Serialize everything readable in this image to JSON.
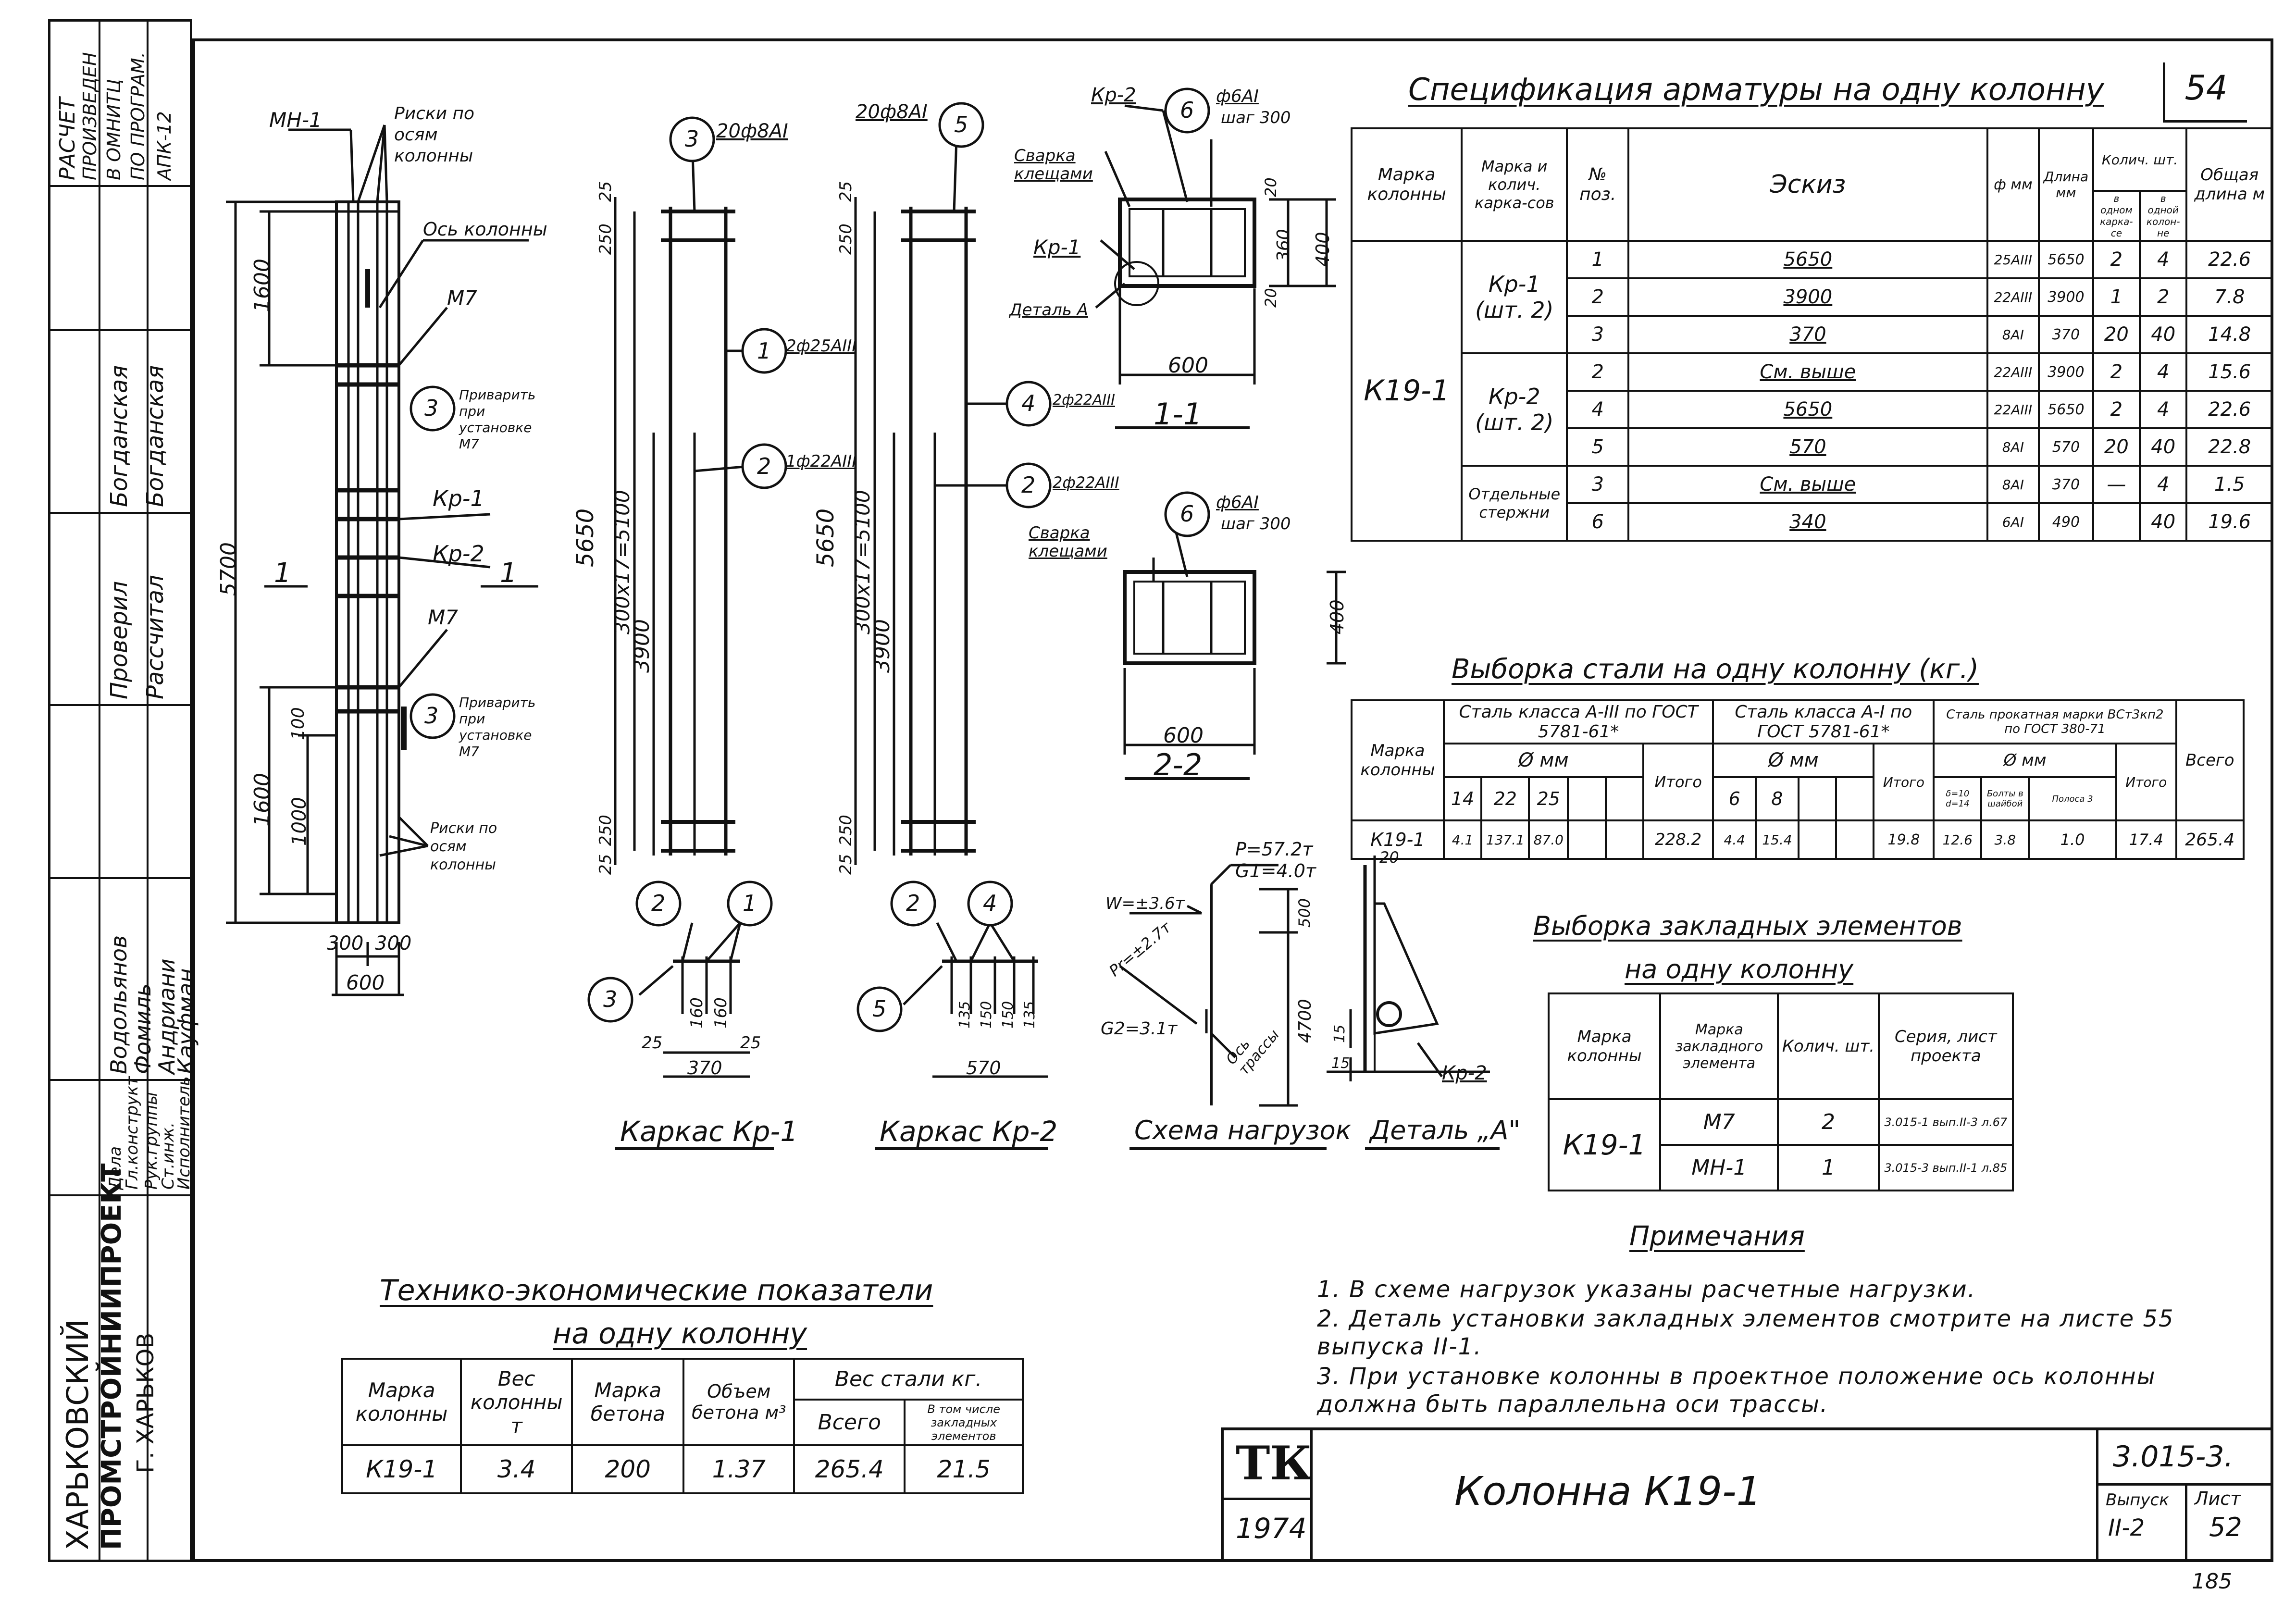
{
  "sheet_number": "54",
  "stamp": {
    "calc_note": [
      "РАСЧЕТ",
      "ПРОИЗВЕДЕН",
      "В ОМНИТЦ",
      "ПО ПРОГРАМ.",
      "АПК-12"
    ],
    "roles": [
      {
        "role": "Гл.конструкт",
        "name": "Водольянов"
      },
      {
        "role": "Рук.группы",
        "name": "Фомиль"
      },
      {
        "role": "Ст.инж.",
        "name": "Андриани"
      },
      {
        "role": "Исполнитель",
        "name": "Кауфман"
      },
      {
        "role": "Проверил",
        "name": "Богданская"
      },
      {
        "role": "Рассчитал",
        "name": "Богданская"
      }
    ],
    "col_label_1": "Проверил",
    "col_label_2": "Рассчитал",
    "org_1": "ХАРЬКОВСКИЙ",
    "org_2": "ПРОМСТРОЙНИИПРОЕКТ",
    "org_3": "Г. ХАРЬКОВ",
    "dela": "Дела"
  },
  "drawings": {
    "column": {
      "mn1": "МН-1",
      "risks_top": "Риски по осям колонны",
      "axis": "Ось колонны",
      "m7_top": "М7",
      "pos3": "3",
      "weld_note": "Приварить при установке М7",
      "kr1": "Кр-1",
      "kr2": "Кр-2",
      "m7_bottom": "М7",
      "risks_bottom": "Риски по осям колонны",
      "section_mark": "1",
      "dims": {
        "d1600a": "1600",
        "d5700": "5700",
        "d1600b": "1600",
        "d1000": "1000",
        "d100": "100",
        "d300a": "300",
        "d300b": "300",
        "d600": "600"
      }
    },
    "kr1_frame": {
      "caption": "Каркас Кр-1",
      "pos3": "3",
      "bar3": "20ф8АI",
      "pos1": "1",
      "bar1": "2ф25АIII",
      "pos2": "2",
      "bar2": "1ф22АIII",
      "d5650": "5650",
      "d5100": "300х17=5100",
      "d3900": "3900",
      "d250a": "250",
      "d25a": "25",
      "d250b": "250",
      "d25b": "25",
      "sec_pos": [
        "2",
        "1",
        "3"
      ],
      "sec_dims": {
        "d25l": "25",
        "d160a": "160",
        "d160b": "160",
        "d25r": "25",
        "d370": "370"
      }
    },
    "kr2_frame": {
      "caption": "Каркас Кр-2",
      "pos5": "5",
      "bar5": "20ф8АI",
      "pos4": "4",
      "bar4": "2ф22АIII",
      "pos2": "2",
      "bar2": "2ф22АIII",
      "d5650": "5650",
      "d5100": "300х17=5100",
      "d3900": "3900",
      "d250a": "250",
      "d25a": "25",
      "d250b": "250",
      "d25b": "25",
      "sec_pos": [
        "2",
        "4",
        "5"
      ],
      "sec_dims": {
        "d135a": "135",
        "d150a": "150",
        "d150b": "150",
        "d135b": "135",
        "d570": "570"
      }
    },
    "section_1_1": {
      "kr2": "Кр-2",
      "pos6": "6",
      "bar6": "ф6АI",
      "step": "шаг 300",
      "weld": "Сварка клещами",
      "kr1": "Кр-1",
      "detail": "Деталь А",
      "d20a": "20",
      "d360": "360",
      "d400": "400",
      "d20b": "20",
      "d600": "600",
      "label": "1-1"
    },
    "section_2_2": {
      "pos6": "6",
      "bar6": "ф6АI",
      "step": "шаг 300",
      "weld": "Сварка клещами",
      "d400": "400",
      "d600": "600",
      "label": "2-2"
    },
    "loads": {
      "caption": "Схема нагрузок",
      "p": "Р=57.2т",
      "g1": "G1=4.0т",
      "w": "W=±3.6т",
      "pr": "Рr=±2.7т",
      "g2": "G2=3.1т",
      "axis": "Ось трассы",
      "d500": "500",
      "d4700": "4700"
    },
    "detail_a": {
      "caption": "Деталь „А\"",
      "d20": "20",
      "d15a": "15",
      "d15b": "15",
      "kr2": "Кр-2"
    }
  },
  "spec_table": {
    "title": "Спецификация арматуры на одну колонну",
    "headers": {
      "mark": "Марка колонны",
      "frames": "Марка и колич. карка-сов",
      "pos": "№ поз.",
      "sketch": "Эскиз",
      "dia": "ф мм",
      "len": "Длина мм",
      "qty": "Колич. шт.",
      "qty_frame": "в одном карка-се",
      "qty_col": "в одной колон-не",
      "total": "Общая длина м"
    },
    "mark_value": "К19-1",
    "groups": [
      {
        "frame": "Кр-1 (шт. 2)",
        "rows": [
          {
            "pos": "1",
            "sketch": "5650",
            "dia": "25АIII",
            "len": "5650",
            "q1": "2",
            "q2": "4",
            "total": "22.6"
          },
          {
            "pos": "2",
            "sketch": "3900",
            "dia": "22АIII",
            "len": "3900",
            "q1": "1",
            "q2": "2",
            "total": "7.8"
          },
          {
            "pos": "3",
            "sketch": "370",
            "dia": "8АI",
            "len": "370",
            "q1": "20",
            "q2": "40",
            "total": "14.8"
          }
        ]
      },
      {
        "frame": "Кр-2 (шт. 2)",
        "rows": [
          {
            "pos": "2",
            "sketch": "См. выше",
            "dia": "22АIII",
            "len": "3900",
            "q1": "2",
            "q2": "4",
            "total": "15.6"
          },
          {
            "pos": "4",
            "sketch": "5650",
            "dia": "22АIII",
            "len": "5650",
            "q1": "2",
            "q2": "4",
            "total": "22.6"
          },
          {
            "pos": "5",
            "sketch": "570",
            "dia": "8АI",
            "len": "570",
            "q1": "20",
            "q2": "40",
            "total": "22.8"
          }
        ]
      },
      {
        "frame": "Отдельные стержни",
        "rows": [
          {
            "pos": "3",
            "sketch": "См. выше",
            "dia": "8АI",
            "len": "370",
            "q1": "—",
            "q2": "4",
            "total": "1.5"
          },
          {
            "pos": "6",
            "sketch": "340",
            "dia": "6АI",
            "len": "490",
            "q1": "",
            "q2": "40",
            "total": "19.6"
          }
        ]
      }
    ]
  },
  "steel_table": {
    "title": "Выборка стали на одну колонну (кг.)",
    "mark": "Марка колонны",
    "class3": "Сталь класса А-III по ГОСТ 5781-61*",
    "class1": "Сталь класса А-I по ГОСТ 5781-61*",
    "profile": "Сталь прокатная марки ВСт3кп2 по ГОСТ 380-71",
    "dmm": "Ø мм",
    "itogo": "Итого",
    "vsego": "Всего",
    "d3": [
      "14",
      "22",
      "25",
      "",
      ""
    ],
    "d1": [
      "6",
      "8",
      "",
      ""
    ],
    "dp": [
      "δ=10 d=14",
      "Болты в шайбой",
      "Полоса 3"
    ],
    "row": {
      "mark": "К19-1",
      "a3": [
        "4.1",
        "137.1",
        "87.0",
        "",
        ""
      ],
      "a3_total": "228.2",
      "a1": [
        "4.4",
        "15.4",
        "",
        ""
      ],
      "a1_total": "19.8",
      "pr": [
        "12.6",
        "3.8",
        "1.0"
      ],
      "pr_total": "17.4",
      "total": "265.4"
    }
  },
  "embedded_table": {
    "title_1": "Выборка закладных элементов",
    "title_2": "на одну колонну",
    "headers": {
      "mark": "Марка колонны",
      "el": "Марка закладного элемента",
      "qty": "Колич. шт.",
      "series": "Серия, лист проекта"
    },
    "mark_value": "К19-1",
    "rows": [
      {
        "el": "М7",
        "qty": "2",
        "series": "3.015-1 вып.II-3 л.67"
      },
      {
        "el": "МН-1",
        "qty": "1",
        "series": "3.015-3 вып.II-1 л.85"
      }
    ]
  },
  "notes": {
    "title": "Примечания",
    "items": [
      "1. В схеме нагрузок указаны расчетные нагрузки.",
      "2. Деталь установки закладных элементов смотрите на листе 55 выпуска II-1.",
      "3. При установке колонны в проектное положение ось колонны должна быть параллельна оси трассы."
    ]
  },
  "tech_table": {
    "title_1": "Технико-экономические показатели",
    "title_2": "на одну колонну",
    "headers": {
      "mark": "Марка колонны",
      "weight": "Вес колонны т",
      "concrete": "Марка бетона",
      "volume": "Объем бетона м³",
      "steel": "Вес стали кг.",
      "all": "Всего",
      "incl": "В том числе закладных элементов"
    },
    "row": {
      "mark": "К19-1",
      "weight": "3.4",
      "concrete": "200",
      "volume": "1.37",
      "all": "265.4",
      "incl": "21.5"
    }
  },
  "title_block": {
    "logo": "ТК",
    "year": "1974",
    "name": "Колонна К19-1",
    "series": "3.015-3.",
    "issue_label": "Выпуск",
    "issue": "II-2",
    "sheet_label": "Лист",
    "sheet": "52",
    "corner": "185"
  },
  "colors": {
    "ink": "#111111",
    "paper": "#ffffff"
  }
}
